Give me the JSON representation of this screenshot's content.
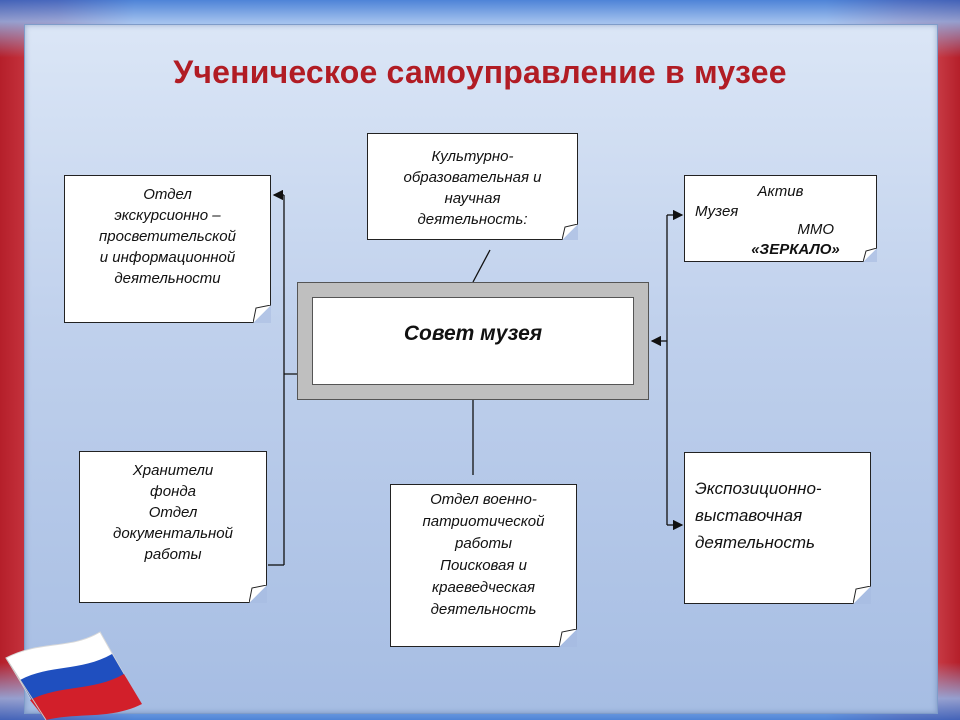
{
  "title": "Ученическое самоуправление в музее",
  "center": "Совет музея",
  "boxes": {
    "culture": [
      "Культурно-",
      "образовательная и",
      "научная",
      "деятельность:"
    ],
    "excursion": [
      "Отдел",
      "экскурсионно –",
      "просветительской",
      "и информационной",
      "деятельности"
    ],
    "aktiv": [
      "Актив",
      "Музея",
      "ММО",
      "«ЗЕРКАЛО»"
    ],
    "keepers": [
      "Хранители",
      "фонда",
      "Отдел",
      "документальной",
      "работы"
    ],
    "military": [
      "Отдел  военно-",
      "патриотической",
      "работы",
      "Поисковая и",
      "краеведческая",
      "деятельность"
    ],
    "expo": [
      "Экспозиционно-",
      "выставочная",
      "деятельность"
    ]
  },
  "colors": {
    "title": "#b11c24",
    "panel_top": "#dbe6f6",
    "panel_bottom": "#a6bde3",
    "flag_white": "#ffffff",
    "flag_blue": "#1f4fbf",
    "flag_red": "#d21f2a"
  },
  "icons": {
    "flag": "russian-flag-icon"
  }
}
